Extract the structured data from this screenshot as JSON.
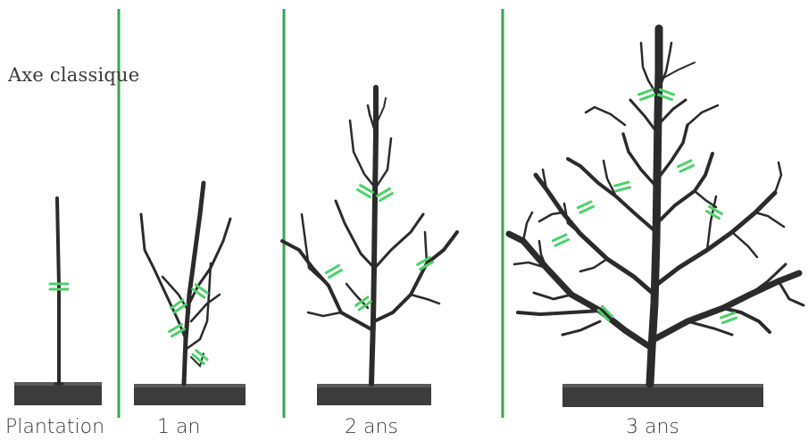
{
  "title": "Axe classique",
  "stages": [
    {
      "label": "Plantation"
    },
    {
      "label": "1 an"
    },
    {
      "label": "2 ans"
    },
    {
      "label": "3 ans"
    }
  ],
  "colors": {
    "tree": "#2b2b2b",
    "ground": "#3c3c3c",
    "separator": "#3aa64a",
    "cut_mark": "#4cd26a"
  },
  "icons": [
    "tree-drawing",
    "pruning-cut-mark",
    "ground-band"
  ]
}
